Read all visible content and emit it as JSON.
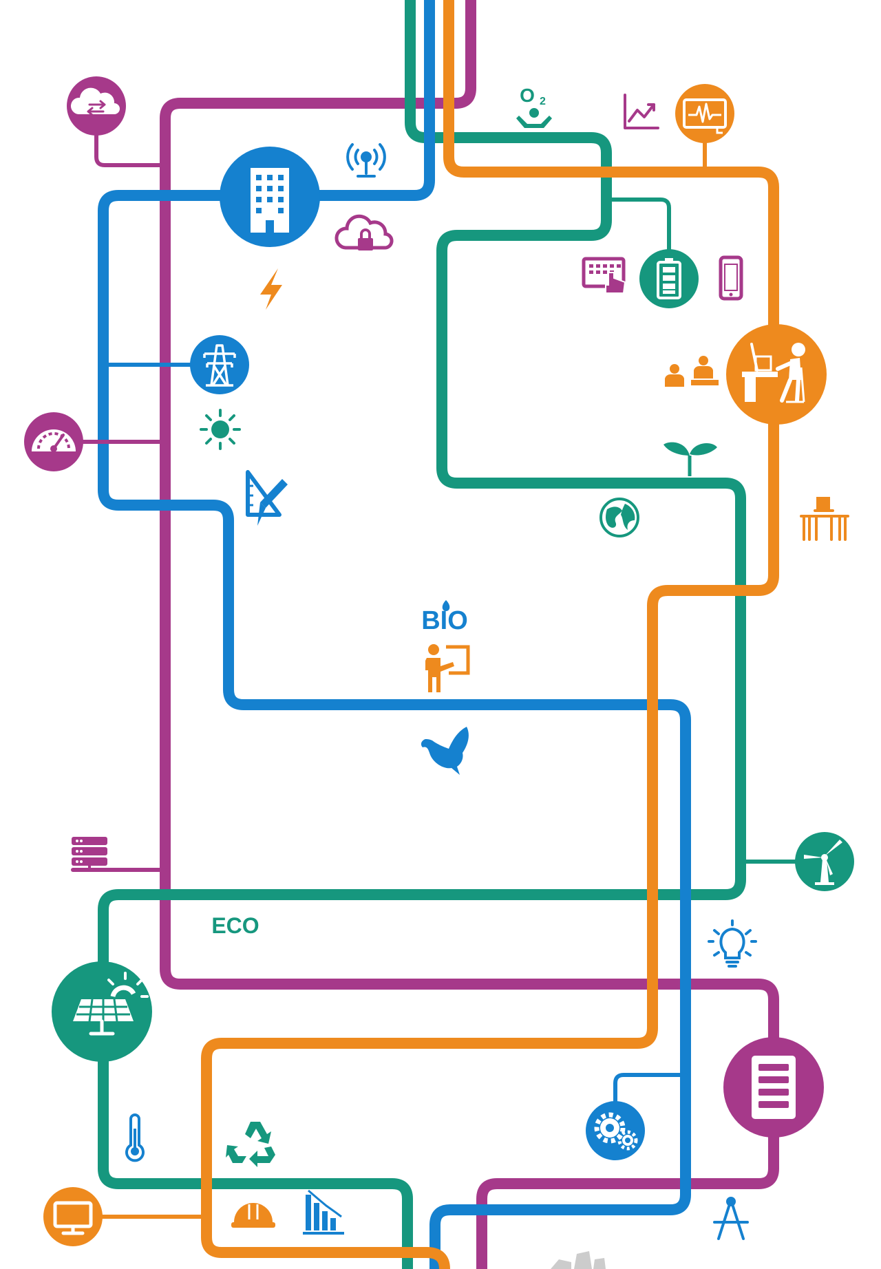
{
  "colors": {
    "magenta": "#A6398A",
    "blue": "#1581CF",
    "green": "#16977E",
    "orange": "#EE8A1E",
    "white": "#FFFFFF"
  },
  "labels": {
    "bio": "BIO",
    "eco": "ECO",
    "o2": "O",
    "o2_sub": "2"
  },
  "icons": [
    "cloud-transfer-icon",
    "office-building-icon",
    "wireless-antenna-icon",
    "cloud-lock-icon",
    "lightning-bolt-icon",
    "oxygen-person-icon",
    "line-chart-icon",
    "monitor-waveform-icon",
    "touchscreen-icon",
    "battery-icon",
    "smartphone-icon",
    "power-tower-icon",
    "sun-icon",
    "speedometer-icon",
    "ruler-pencil-icon",
    "office-worker-icon",
    "meeting-people-icon",
    "sprout-icon",
    "globe-icon",
    "desk-chair-icon",
    "presenter-icon",
    "dove-icon",
    "server-stack-icon",
    "wind-turbine-icon",
    "light-bulb-icon",
    "solar-panel-icon",
    "server-rack-icon",
    "thermometer-icon",
    "recycle-icon",
    "gears-icon",
    "computer-monitor-icon",
    "hard-hat-icon",
    "declining-chart-icon",
    "drafting-compass-icon"
  ]
}
